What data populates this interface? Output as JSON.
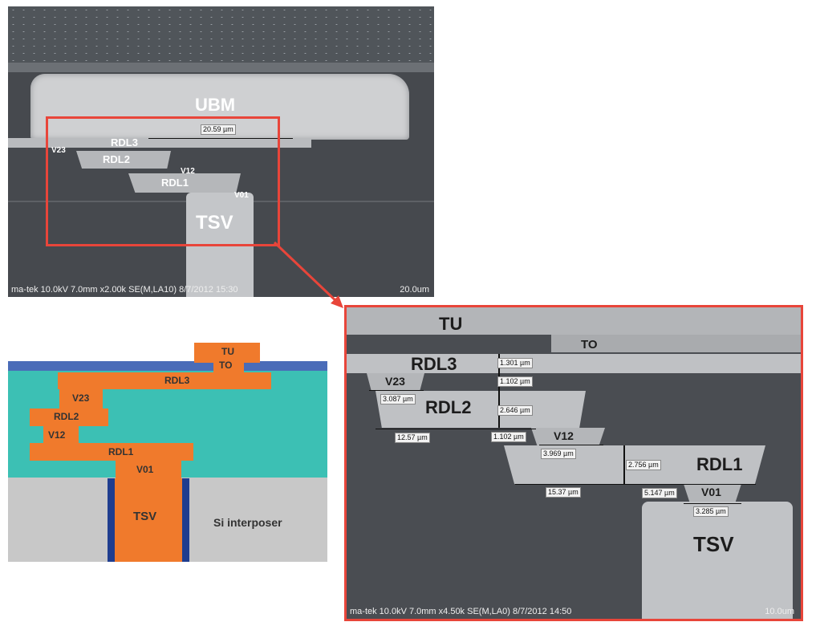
{
  "sem_top": {
    "labels": {
      "ubm": "UBM",
      "tsv": "TSV",
      "rdl3": "RDL3",
      "rdl2": "RDL2",
      "rdl1": "RDL1",
      "v23": "V23",
      "v12": "V12",
      "v01": "V01"
    },
    "measurement": "20.59 µm",
    "scale_left": "ma-tek 10.0kV 7.0mm x2.00k SE(M,LA10) 8/7/2012 15:30",
    "scale_right": "20.0um"
  },
  "schematic": {
    "labels": {
      "tu": "TU",
      "to": "TO",
      "rdl3": "RDL3",
      "v23": "V23",
      "rdl2": "RDL2",
      "v12": "V12",
      "rdl1": "RDL1",
      "v01": "V01",
      "tsv": "TSV",
      "si": "Si interposer"
    },
    "colors": {
      "orange": "#f07a2c",
      "teal": "#3cc0b4",
      "blue": "#4a6cb8",
      "gray": "#c8c8c8",
      "dark_blue": "#1f3d8f"
    }
  },
  "sem_zoom": {
    "labels": {
      "tu": "TU",
      "to": "TO",
      "rdl3": "RDL3",
      "rdl2": "RDL2",
      "rdl1": "RDL1",
      "v23": "V23",
      "v12": "V12",
      "v01": "V01",
      "tsv": "TSV"
    },
    "measurements": {
      "m_301": "1.301 µm",
      "m_1102a": "1.102 µm",
      "m_2646": "2.646 µm",
      "m_3087": "3.087 µm",
      "m_1257": "12.57 µm",
      "m_1102b": "1.102 µm",
      "m_3969": "3.969 µm",
      "m_2756": "2.756 µm",
      "m_1537": "15.37 µm",
      "m_5147": "5.147 µm",
      "m_3285": "3.285 µm"
    },
    "scale_left": "ma-tek 10.0kV 7.0mm x4.50k SE(M,LA0) 8/7/2012 14:50",
    "scale_right": "10.0um"
  },
  "colors": {
    "highlight_red": "#e8453a",
    "sem_bg": "#4a4d52"
  }
}
